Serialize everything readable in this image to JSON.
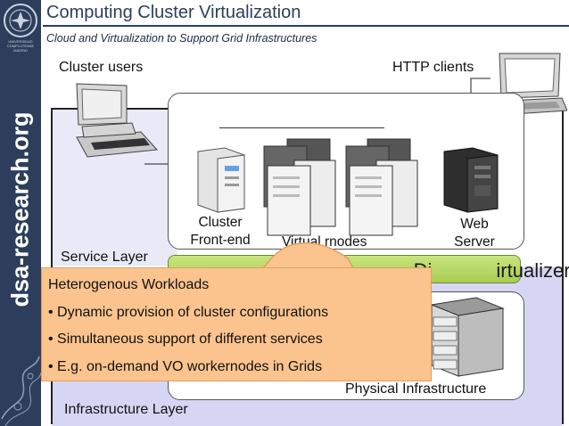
{
  "header": {
    "title": "Computing Cluster Virtualization",
    "subtitle": "Cloud and Virtualization to Support Grid Infrastructures"
  },
  "sidebar": {
    "site_name": "dsa-research.org",
    "logo_caption": "UNIVERSIDAD COMPLUTENSE MADRID"
  },
  "diagram": {
    "cluster_users": "Cluster users",
    "http_clients": "HTTP clients",
    "cluster_frontend_line1": "Cluster",
    "cluster_frontend_line2": "Front-end",
    "virtual_nodes": "Virtual rnodes",
    "web_server_line1": "Web",
    "web_server_line2": "Server",
    "service_layer": "Service Layer",
    "virtualizer_visible": "Di",
    "virtualizer_visible_end": "irtualizer",
    "physical_infrastructure": "Physical Infrastructure",
    "infrastructure_layer": "Infrastructure Layer"
  },
  "callout": {
    "heading": "Heterogenous Workloads",
    "bullets": [
      "Dynamic provision of cluster configurations",
      "Simultaneous support of different services",
      "E.g. on-demand VO workernodes in Grids"
    ]
  },
  "colors": {
    "brand": "#2c3e5c",
    "virtualizer_bar": "#b5d663",
    "callout_fill": "#fbc48f",
    "infra_layer": "#d6d6f4"
  }
}
